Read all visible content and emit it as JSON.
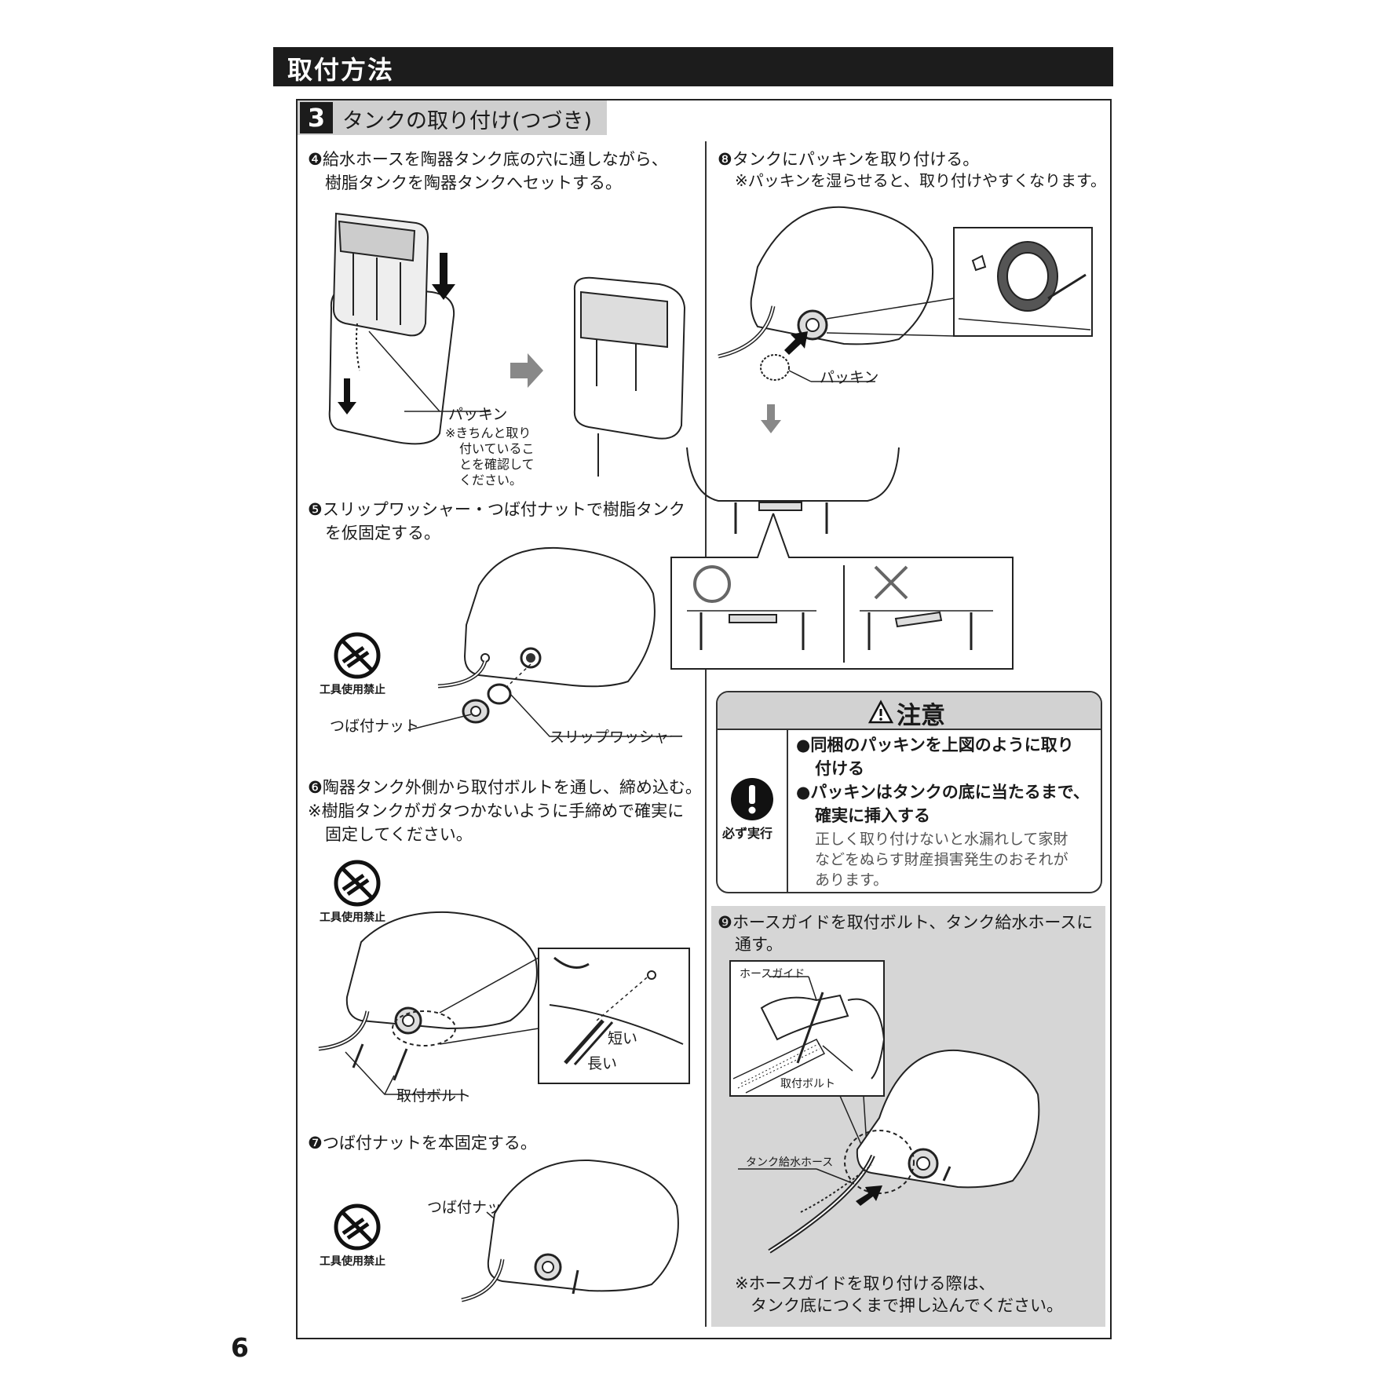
{
  "header": {
    "title": "取付方法"
  },
  "section": {
    "number": "3",
    "title": "タンクの取り付け(つづき)"
  },
  "steps": {
    "s4": {
      "line1": "❹給水ホースを陶器タンク底の穴に通しながら、",
      "line2": "樹脂タンクを陶器タンクへセットする。"
    },
    "s5": {
      "line1": "❺スリップワッシャー・つば付ナットで樹脂タンク",
      "line2": "を仮固定する。"
    },
    "s6": {
      "line1": "❻陶器タンク外側から取付ボルトを通し、締め込む。",
      "note1": "※樹脂タンクがガタつかないように手締めで確実に",
      "note2": "固定してください。"
    },
    "s7": {
      "line1": "❼つば付ナットを本固定する。"
    },
    "s8": {
      "line1": "❽タンクにパッキンを取り付ける。",
      "note1": "※パッキンを湿らせると、取り付けやすくなります。"
    },
    "s9": {
      "line1": "❾ホースガイドを取付ボルト、タンク給水ホースに",
      "line2": "通す。",
      "note1": "※ホースガイドを取り付ける際は、",
      "note2": "タンク底につくまで押し込んでください。"
    }
  },
  "labels": {
    "packing": "パッキン",
    "packing_note": [
      "※きちんと取り",
      "付いているこ",
      "とを確認して",
      "ください。"
    ],
    "no_tools": "工具使用禁止",
    "flange_nut": "つば付ナット",
    "slip_washer": "スリップワッシャー",
    "mounting_bolt": "取付ボルト",
    "short": "短い",
    "long": "長い",
    "hose_guide": "ホースガイド",
    "tank_supply_hose": "タンク給水ホース"
  },
  "caution": {
    "title": "注意",
    "must_do": "必ず実行",
    "item1_line1": "●同梱のパッキンを上図のように取り",
    "item1_line2": "付ける",
    "item2_line1": "●パッキンはタンクの底に当たるまで、",
    "item2_line2": "確実に挿入する",
    "body1": "正しく取り付けないと水漏れして家財",
    "body2": "などをぬらす財産損害発生のおそれが",
    "body3": "あります。"
  },
  "page_number": "6"
}
